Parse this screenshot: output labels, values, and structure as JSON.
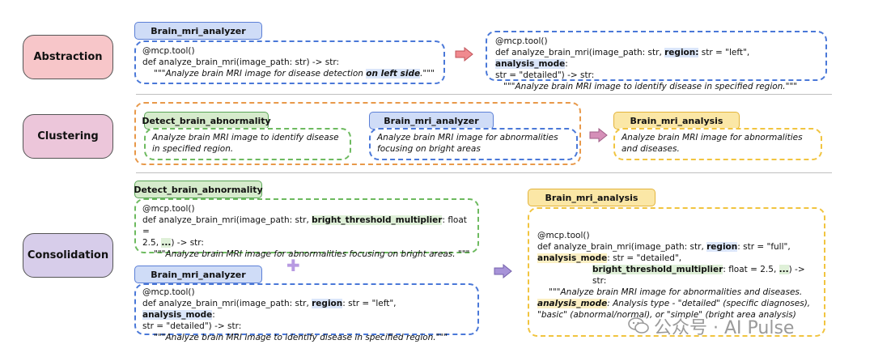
{
  "stages": {
    "abstraction": "Abstraction",
    "clustering": "Clustering",
    "consolidation": "Consolidation"
  },
  "abstraction": {
    "left_tag": "Brain_mri_analyzer",
    "left_code_l1": "@mcp.tool()",
    "left_code_l2": "def analyze_brain_mri(image_path: str) -> str:",
    "left_code_l3_a": "\"\"\"Analyze brain MRI image for disease detection ",
    "left_code_l3_hl": "on left side",
    "left_code_l3_b": ".\"\"\"",
    "right_code_l1": "@mcp.tool()",
    "right_code_l2_a": "def analyze_brain_mri(image_path: str, ",
    "right_code_l2_hl1": "region:",
    "right_code_l2_b": " str = \"left\", ",
    "right_code_l2_hl2": "analysis_mode",
    "right_code_l2_c": ":",
    "right_code_l3": "str = \"detailed\") -> str:",
    "right_code_l4": "\"\"\"Analyze brain MRI image to identify disease in specified region.\"\"\""
  },
  "clustering": {
    "tag1": "Detect_brain_abnormality",
    "text1": "Analyze brain MRI image to identify disease in specified region.",
    "tag2": "Brain_mri_analyzer",
    "text2": "Analyze brain MRI image for abnormalities focusing on bright areas",
    "tag3": "Brain_mri_analysis",
    "text3": "Analyze brain MRI image for abnormalities and diseases."
  },
  "consolidation": {
    "tag_green": "Detect_brain_abnormality",
    "g_l1": "@mcp.tool()",
    "g_l2_a": "def analyze_brain_mri(image_path: str, ",
    "g_l2_hl": "bright_threshold_multiplier",
    "g_l2_b": ": float =",
    "g_l3_a": "2.5, ",
    "g_l3_hl": "...",
    "g_l3_b": ") -> str:",
    "g_l4": "\"\"\"Analyze brain MRI image for abnormalities focusing on bright areas. \"\"\"",
    "plus": "✚",
    "tag_blue": "Brain_mri_analyzer",
    "b_l1": "@mcp.tool()",
    "b_l2_a": "def analyze_brain_mri(image_path: str, ",
    "b_l2_hl1": "region",
    "b_l2_b": ": str = \"left\", ",
    "b_l2_hl2": "analysis_mode",
    "b_l2_c": ":",
    "b_l3": "str = \"detailed\") -> str:",
    "b_l4": "\"\"\"Analyze brain MRI image to identify disease in specified region.\"\"\"",
    "tag_yellow": "Brain_mri_analysis",
    "y_l1": "@mcp.tool()",
    "y_l2_a": "def analyze_brain_mri(image_path: str, ",
    "y_l2_hl": "region",
    "y_l2_b": ": str = \"full\",",
    "y_l3_hl": "analysis_mode",
    "y_l3_b": ": str = \"detailed\",",
    "y_l4_hl": "bright_threshold_multiplier",
    "y_l4_a": ": float = 2.5, ",
    "y_l4_hl2": "...",
    "y_l4_b": ") -> str:",
    "y_l5": "\"\"\"Analyze brain MRI image for abnormalities and diseases.",
    "y_l6_hl": "analysis_mode",
    "y_l6_b": ": Analysis type - \"detailed\" (specific diagnoses),",
    "y_l7": "\"basic\" (abnormal/normal), or \"simple\" (bright area analysis)"
  },
  "watermark": "公众号 · AI Pulse",
  "colors": {
    "arrow_red": "#f08a8f",
    "arrow_pink": "#d58fb8",
    "arrow_purple": "#a793d8"
  }
}
